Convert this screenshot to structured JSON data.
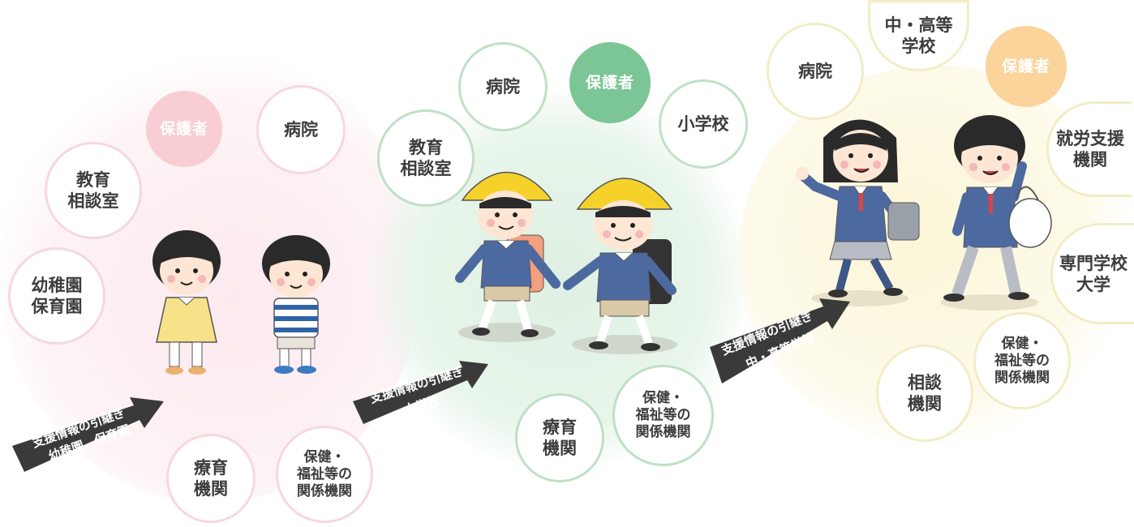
{
  "stage1": {
    "guardian": "保護者",
    "nodes": {
      "hospital": "病院",
      "education_consult": "教育\n相談室",
      "kindergarten": "幼稚園\n保育園",
      "therapy": "療育\n機関",
      "welfare": "保健・\n福祉等の\n関係機関"
    },
    "arrow": {
      "line1": "支援情報の引継ぎ",
      "line2": "幼稚園、保育園"
    }
  },
  "stage2": {
    "guardian": "保護者",
    "nodes": {
      "hospital": "病院",
      "education_consult": "教育\n相談室",
      "elementary": "小学校",
      "therapy": "療育\n機関",
      "welfare": "保健・\n福祉等の\n関係機関"
    },
    "arrow": {
      "line1": "支援情報の引継ぎ",
      "line2": "小学校"
    }
  },
  "stage3": {
    "guardian": "保護者",
    "nodes": {
      "hospital": "病院",
      "middle_high": "中・高等\n学校",
      "employment": "就労支援\n機関",
      "vocational": "専門学校\n大学",
      "welfare": "保健・\n福祉等の\n関係機関",
      "consult": "相談\n機関"
    },
    "arrow": {
      "line1": "支援情報の引継ぎ",
      "line2": "中・高等学校"
    }
  },
  "colors": {
    "pink": "#f8cdd3",
    "green": "#7cc596",
    "yellow": "#fad49a",
    "arrow": "#3a3a3a",
    "text": "#3d3d3d"
  }
}
